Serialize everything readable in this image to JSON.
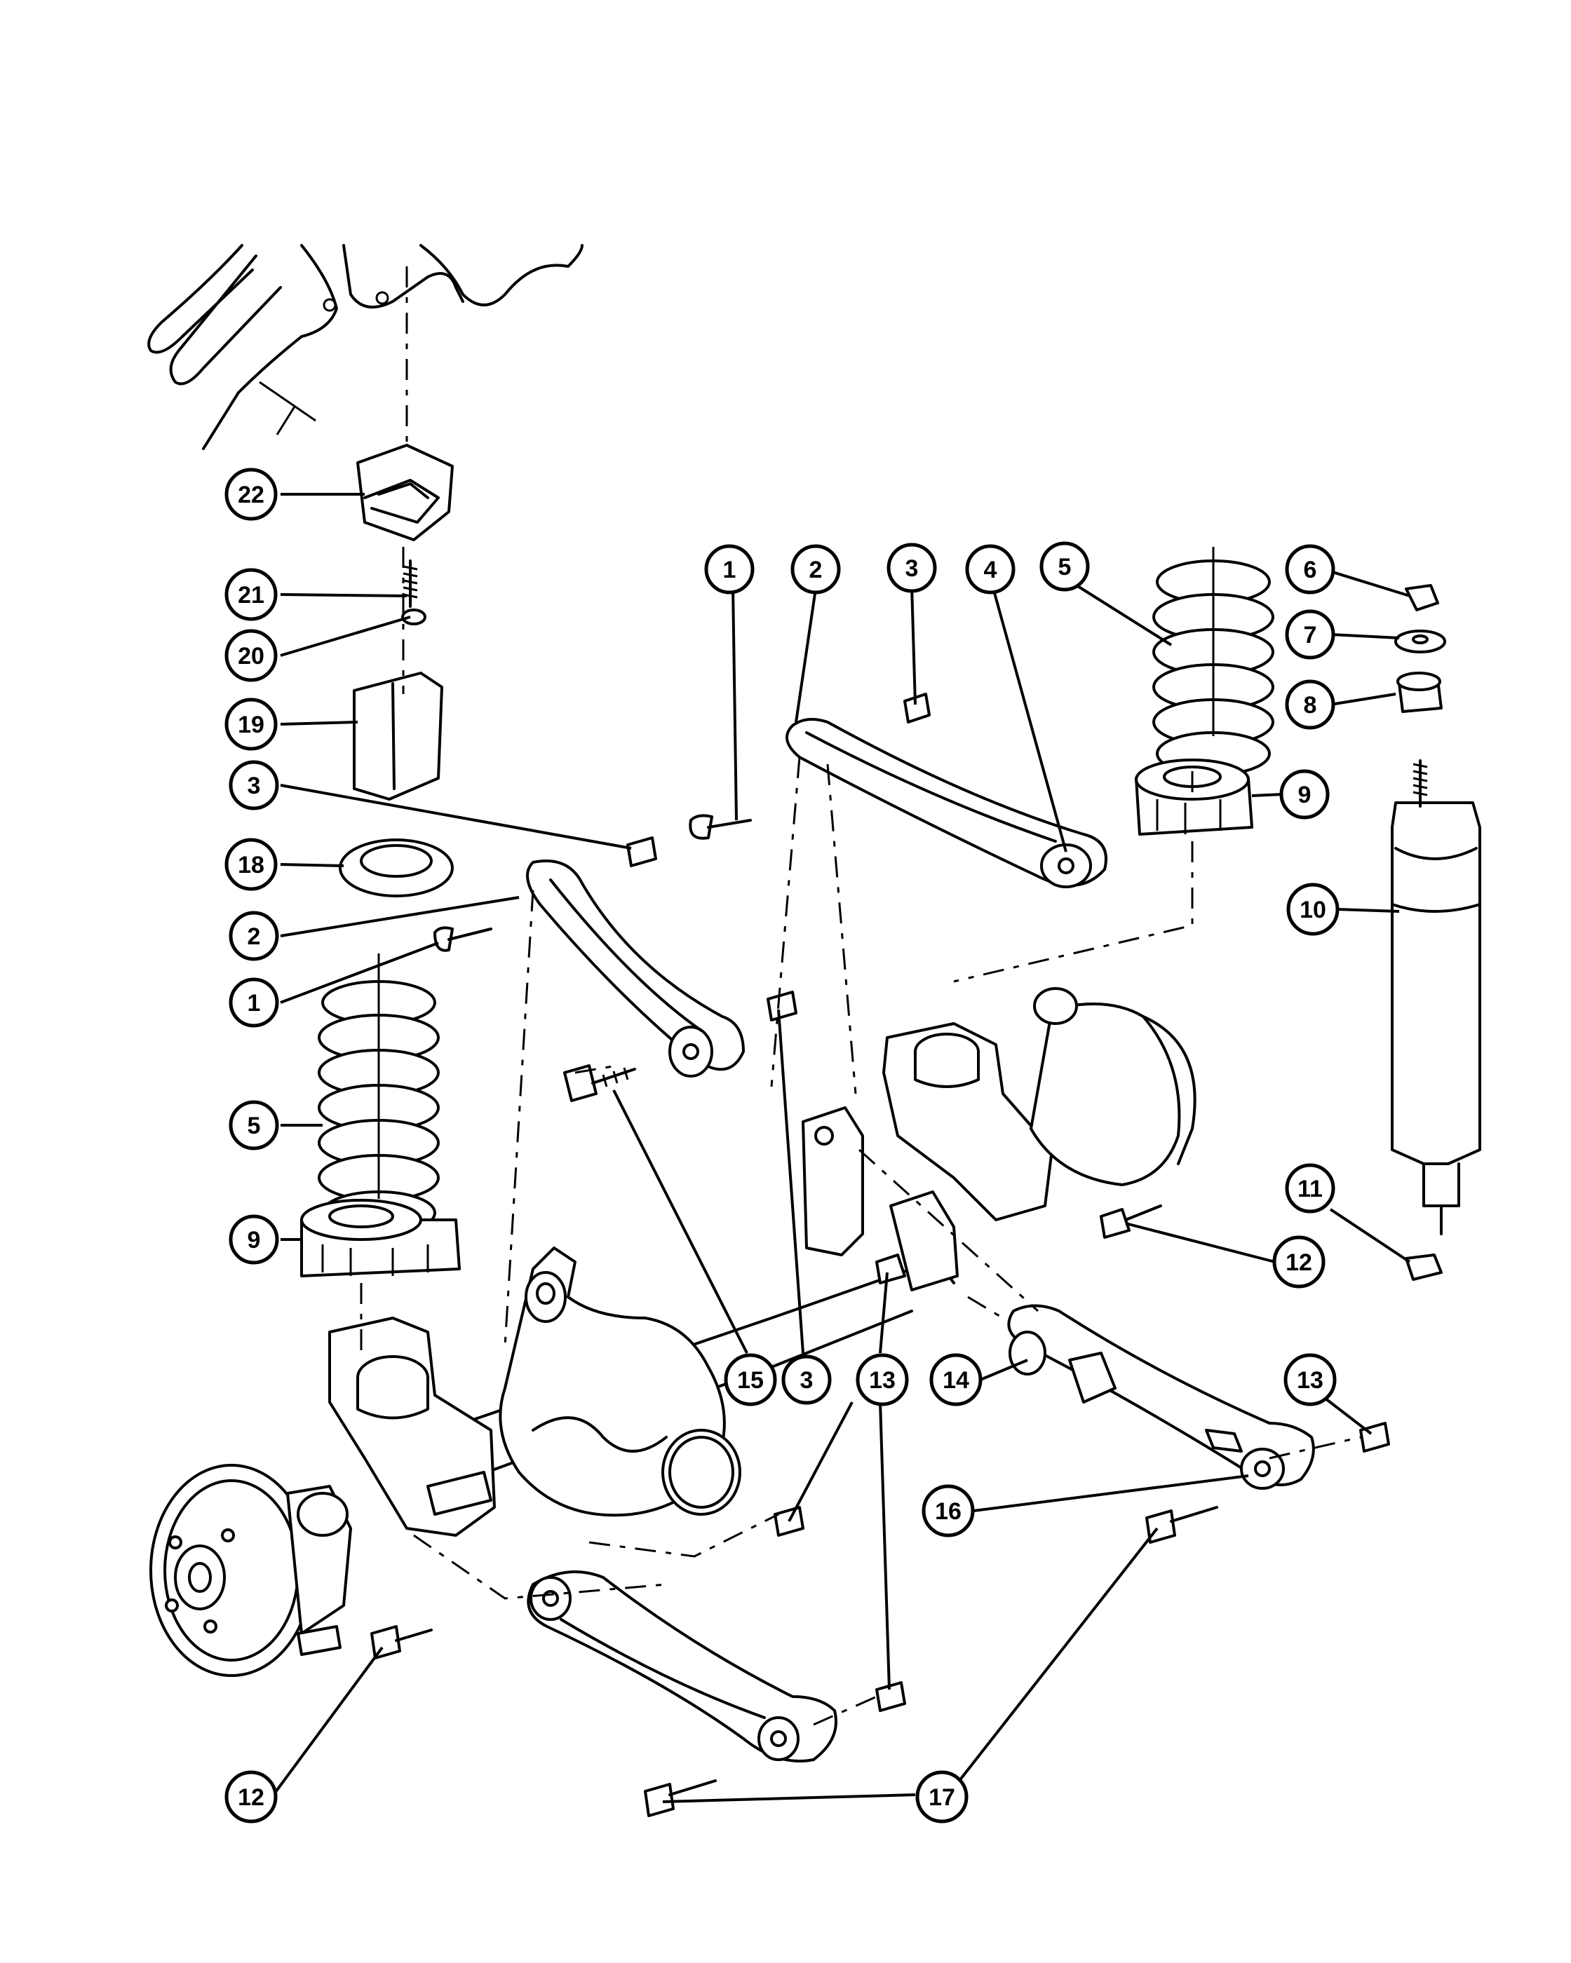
{
  "callouts": [
    {
      "id": "c1-a",
      "label": "1"
    },
    {
      "id": "c2-a",
      "label": "2"
    },
    {
      "id": "c3-a",
      "label": "3"
    },
    {
      "id": "c4",
      "label": "4"
    },
    {
      "id": "c5-a",
      "label": "5"
    },
    {
      "id": "c6",
      "label": "6"
    },
    {
      "id": "c7",
      "label": "7"
    },
    {
      "id": "c8",
      "label": "8"
    },
    {
      "id": "c9-a",
      "label": "9"
    },
    {
      "id": "c10",
      "label": "10"
    },
    {
      "id": "c11",
      "label": "11"
    },
    {
      "id": "c12-a",
      "label": "12"
    },
    {
      "id": "c22",
      "label": "22"
    },
    {
      "id": "c21",
      "label": "21"
    },
    {
      "id": "c20",
      "label": "20"
    },
    {
      "id": "c19",
      "label": "19"
    },
    {
      "id": "c3-b",
      "label": "3"
    },
    {
      "id": "c18",
      "label": "18"
    },
    {
      "id": "c2-b",
      "label": "2"
    },
    {
      "id": "c1-b",
      "label": "1"
    },
    {
      "id": "c5-b",
      "label": "5"
    },
    {
      "id": "c9-b",
      "label": "9"
    },
    {
      "id": "c15",
      "label": "15"
    },
    {
      "id": "c3-c",
      "label": "3"
    },
    {
      "id": "c13-a",
      "label": "13"
    },
    {
      "id": "c14",
      "label": "14"
    },
    {
      "id": "c13-b",
      "label": "13"
    },
    {
      "id": "c16",
      "label": "16"
    },
    {
      "id": "c12-b",
      "label": "12"
    },
    {
      "id": "c17",
      "label": "17"
    }
  ]
}
